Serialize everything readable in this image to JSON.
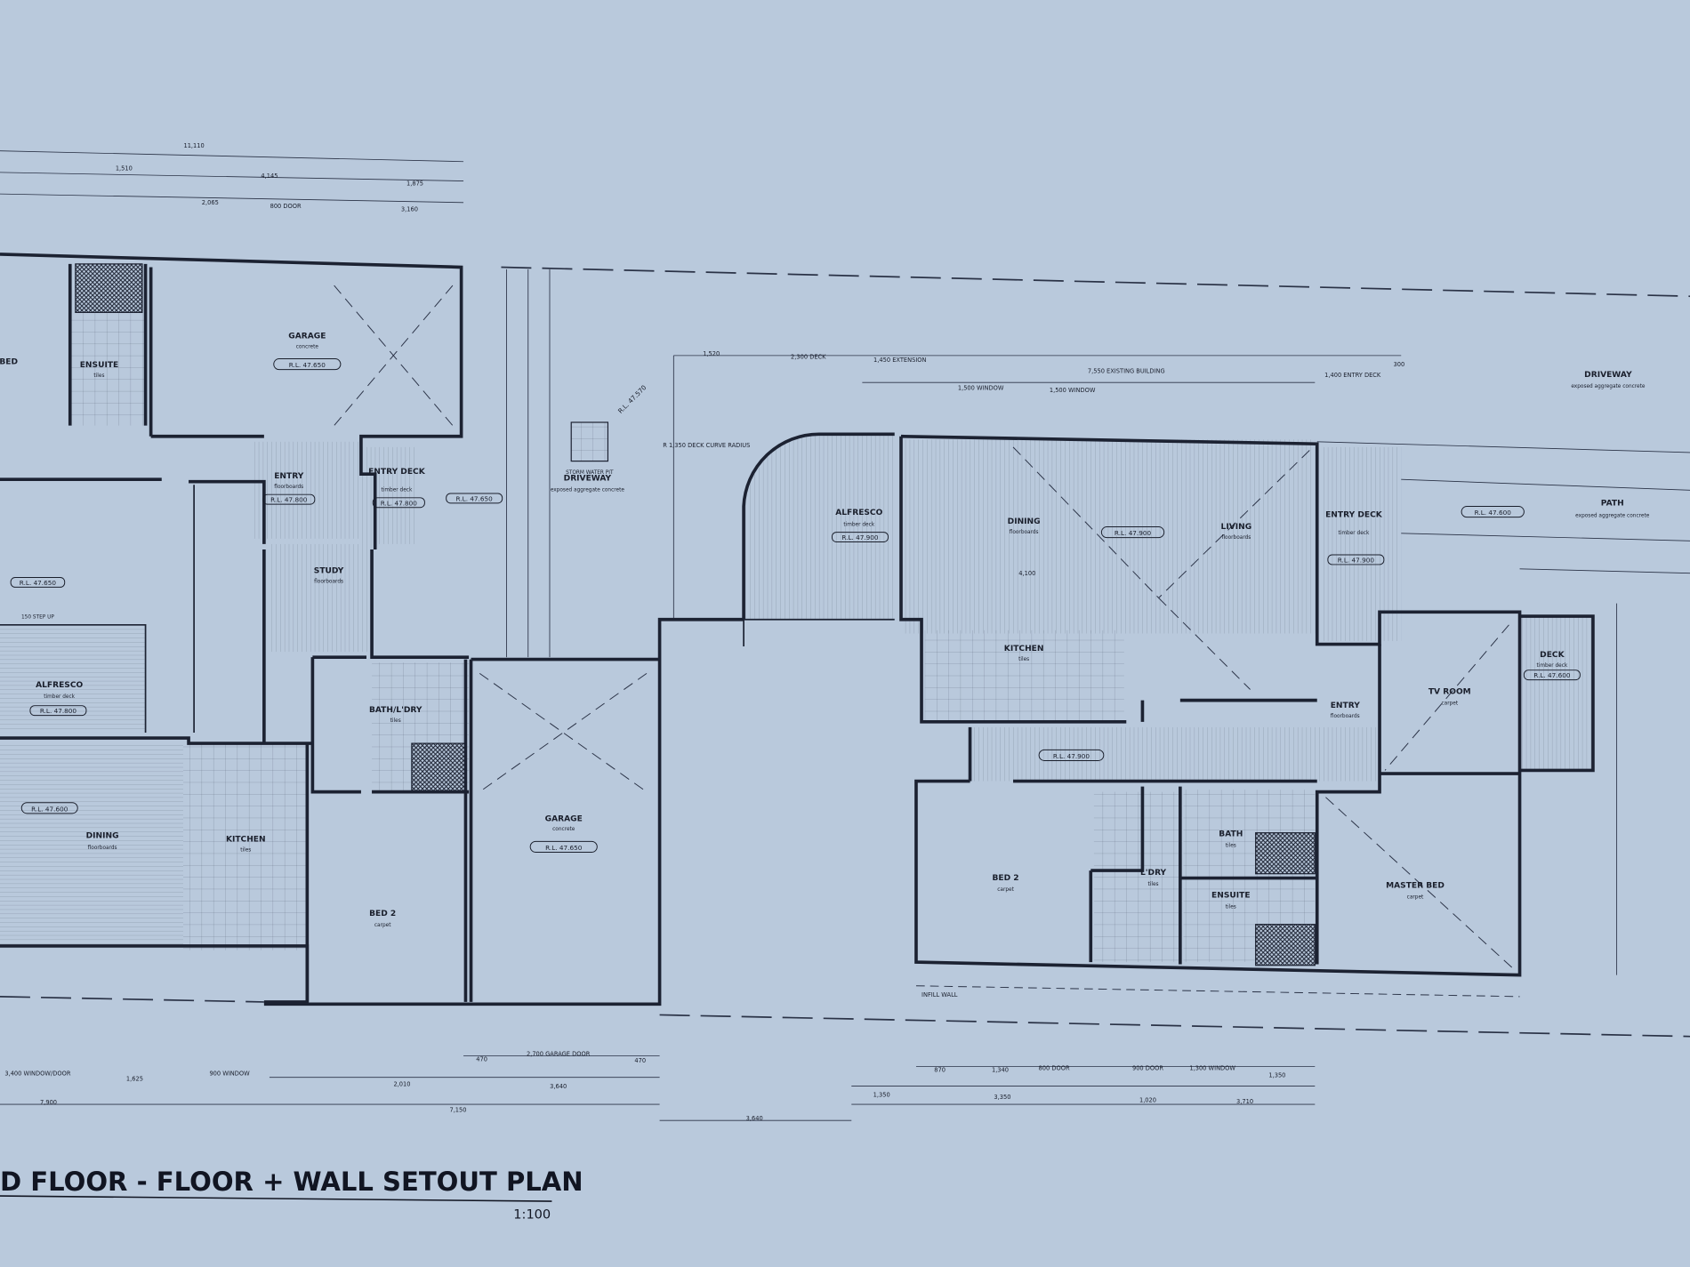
{
  "drawing": {
    "title": "D FLOOR - FLOOR + WALL SETOUT PLAN",
    "scale": "1:100",
    "colors": {
      "paper": "#b9c9dc",
      "ink": "#1c2232"
    }
  },
  "left_unit": {
    "rooms": [
      {
        "name": "GARAGE",
        "finish": "concrete",
        "rl": "R.L. 47.650"
      },
      {
        "name": "ENSUITE",
        "finish": "tiles"
      },
      {
        "name": "BED"
      },
      {
        "name": "ENTRY",
        "finish": "floorboards",
        "rl": "R.L. 47.800"
      },
      {
        "name": "ENTRY DECK",
        "finish": "timber deck",
        "rl": "R.L. 47.800"
      },
      {
        "name": "STUDY",
        "finish": "floorboards"
      },
      {
        "name": "ALFRESCO",
        "finish": "timber deck",
        "rl": "R.L. 47.800"
      },
      {
        "name": "DINING",
        "finish": "floorboards",
        "rl": "R.L. 47.600"
      },
      {
        "name": "KITCHEN",
        "finish": "tiles"
      },
      {
        "name": "BATH/L'DRY",
        "finish": "tiles"
      },
      {
        "name": "BED 2",
        "finish": "carpet"
      },
      {
        "name": "GARAGE",
        "finish": "concrete",
        "rl": "R.L. 47.650"
      }
    ],
    "living_rl": "R.L. 47.650",
    "step_note": "150 STEP UP",
    "entry_deck_rl_side": "R.L. 47.650"
  },
  "site": {
    "driveway_left": {
      "name": "DRIVEWAY",
      "finish": "exposed aggregate concrete"
    },
    "storm_water_pit": "STORM WATER PIT",
    "pit_rl": "R.L. 47.570",
    "deck_curve": "R 1,350 DECK CURVE RADIUS",
    "driveway_right": {
      "name": "DRIVEWAY",
      "finish": "exposed aggregate concrete"
    },
    "path": {
      "name": "PATH",
      "finish": "exposed aggregate concrete",
      "rl": "R.L. 47.600"
    },
    "infill_wall": "INFILL WALL"
  },
  "right_unit": {
    "rooms": [
      {
        "name": "ALFRESCO",
        "finish": "timber deck",
        "rl": "R.L. 47.900"
      },
      {
        "name": "DINING",
        "finish": "floorboards"
      },
      {
        "name": "LIVING",
        "finish": "floorboards",
        "rl": "R.L. 47.900"
      },
      {
        "name": "ENTRY DECK",
        "finish": "timber deck",
        "rl": "R.L. 47.900"
      },
      {
        "name": "KITCHEN",
        "finish": "tiles"
      },
      {
        "name": "ENTRY",
        "finish": "floorboards"
      },
      {
        "name": "TV ROOM",
        "finish": "carpet"
      },
      {
        "name": "DECK",
        "finish": "timber deck",
        "rl": "R.L. 47.600"
      },
      {
        "name": "BED 2",
        "finish": "carpet"
      },
      {
        "name": "L'DRY",
        "finish": "tiles"
      },
      {
        "name": "BATH",
        "finish": "tiles"
      },
      {
        "name": "ENSUITE",
        "finish": "tiles"
      },
      {
        "name": "MASTER BED",
        "finish": "carpet"
      }
    ],
    "hall_rl": "R.L. 47.900"
  },
  "dimensions": {
    "top": [
      "11,110",
      "1,510",
      "4,145",
      "1,875",
      "2,065",
      "800 DOOR",
      "3,160"
    ],
    "right_top": [
      "1,520",
      "2,300 DECK",
      "1,450 EXTENSION",
      "7,550 EXISTING BUILDING",
      "1,400 ENTRY DECK",
      "300",
      "1,500 WINDOW",
      "1,500 WINDOW",
      "4,100"
    ],
    "bottom_left": [
      "3,400 WINDOW/DOOR",
      "1,625",
      "900 WINDOW",
      "2,010",
      "7,900",
      "2,700 GARAGE DOOR",
      "470",
      "470",
      "3,640",
      "7,150",
      "3,640"
    ],
    "bottom_right": [
      "870",
      "1,340",
      "800 DOOR",
      "900 DOOR",
      "1,300 WINDOW",
      "1,350",
      "1,350",
      "3,350",
      "1,020",
      "3,710"
    ]
  }
}
